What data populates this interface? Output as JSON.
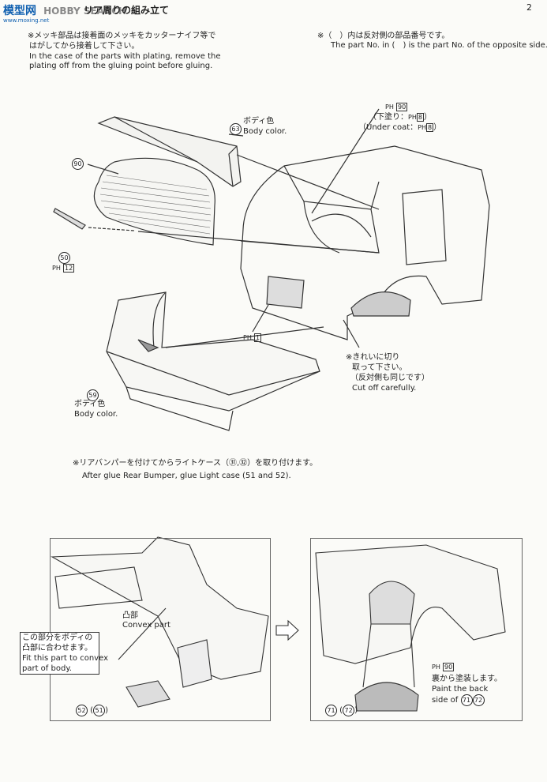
{
  "watermark": {
    "logo": "模型网",
    "site": "HOBBY SEARCH",
    "url": "www.moxing.net"
  },
  "header": {
    "title": "リア周りの組み立て"
  },
  "notes": {
    "plating_jp_1": "※メッキ部品は接着面のメッキをカッターナイフ等で",
    "plating_jp_2": "はがしてから接着して下さい。",
    "plating_en_1": "In the case of the parts with plating, remove the",
    "plating_en_2": "plating off from the gluing point before gluing.",
    "opposite_jp": "※（　）内は反対側の部品番号です。",
    "opposite_en": "The part No. in (　) is the part No. of the opposite side."
  },
  "parts": {
    "p63_num": "63",
    "p63_jp": "ボディ色",
    "p63_en": "Body color.",
    "p90_num": "90",
    "p50_num": "50",
    "p50_paint": "12",
    "p59_num": "59",
    "p59_jp": "ボディ色",
    "p59_en": "Body color.",
    "ph90_code": "90",
    "undercoat_jp": "（下塗り：",
    "undercoat_code": "8",
    "undercoat_en": "（Under coat：",
    "ph1_code": "1",
    "ph_prefix": "PH",
    "close_paren": "）"
  },
  "cut": {
    "jp_1": "※きれいに切り",
    "jp_2": "取って下さい。",
    "jp_3": "（反対側も同じです）",
    "en": "Cut off carefully."
  },
  "bumper_note": {
    "jp": "※リアバンパーを付けてからライトケース（㉛,㉜）を取り付けます。",
    "en": "After glue Rear Bumper, glue Light case (51 and 52)."
  },
  "detail_left": {
    "convex_jp": "凸部",
    "convex_en": "Convex part",
    "fit_jp_1": "この部分をボディの",
    "fit_jp_2": "凸部に合わせます。",
    "fit_en_1": "Fit this part to convex",
    "fit_en_2": "part of body.",
    "p52": "52",
    "p51": "51"
  },
  "detail_right": {
    "ph90_code": "90",
    "paint_jp": "裏から塗装します。",
    "paint_en_1": "Paint the back",
    "paint_en_2": "side of",
    "p71": "71",
    "p72": "72"
  },
  "page_number": "2"
}
